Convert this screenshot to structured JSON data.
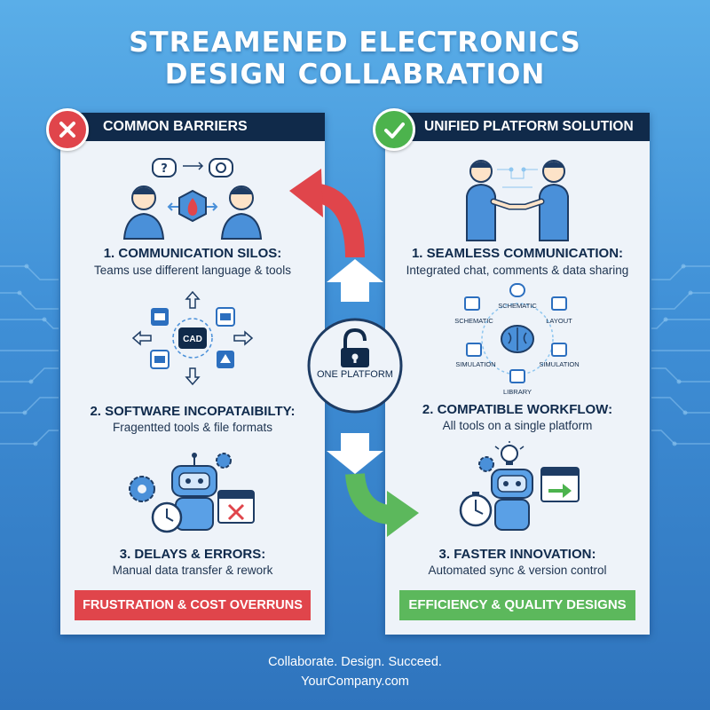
{
  "title": {
    "line1": "STREAMENED ELECTRONICS",
    "line2": "DESIGN COLLABRATION"
  },
  "left_panel": {
    "heading": "COMMON BARRIERS",
    "badge_icon": "x-icon",
    "items": [
      {
        "title": "1. COMMUNICATION SILOS:",
        "desc": "Teams use different language & tools"
      },
      {
        "title": "2. SOFTWARE INCOPATAIBILTY:",
        "desc": "Fragentted tools & file formats"
      },
      {
        "title": "3. DELAYS & ERRORS:",
        "desc": "Manual data transfer & rework"
      }
    ],
    "cad_label": "CAD",
    "banner": "FRUSTRATION & COST OVERRUNS"
  },
  "right_panel": {
    "heading": "UNIFIED PLATFORM SOLUTION",
    "badge_icon": "check-icon",
    "items": [
      {
        "title": "1. SEAMLESS COMMUNICATION:",
        "desc": "Integrated chat, comments & data sharing"
      },
      {
        "title": "2. COMPATIBLE WORKFLOW:",
        "desc": "All tools on a single platform"
      },
      {
        "title": "3. FASTER INNOVATION:",
        "desc": "Automated sync & version control"
      }
    ],
    "modules": {
      "schematic_left": "SCHEMATIC",
      "schematic_top": "SCHEMATIC",
      "layout": "LAYOUT",
      "simulation_left": "SIMULATION",
      "simulation_right": "SIMULATION",
      "library": "LIBRARY"
    },
    "banner": "EFFICIENCY & QUALITY DESIGNS"
  },
  "hub": {
    "label": "ONE PLATFORM",
    "icon": "unlocked-padlock-icon"
  },
  "colors": {
    "background_top": "#5aaee8",
    "background_bottom": "#2f74bd",
    "panel_header": "#102a4a",
    "barrier_red": "#e0454b",
    "solution_green": "#5cb85c"
  },
  "footer": {
    "tagline": "Collaborate. Design. Succeed.",
    "website": "YourCompany.com"
  }
}
